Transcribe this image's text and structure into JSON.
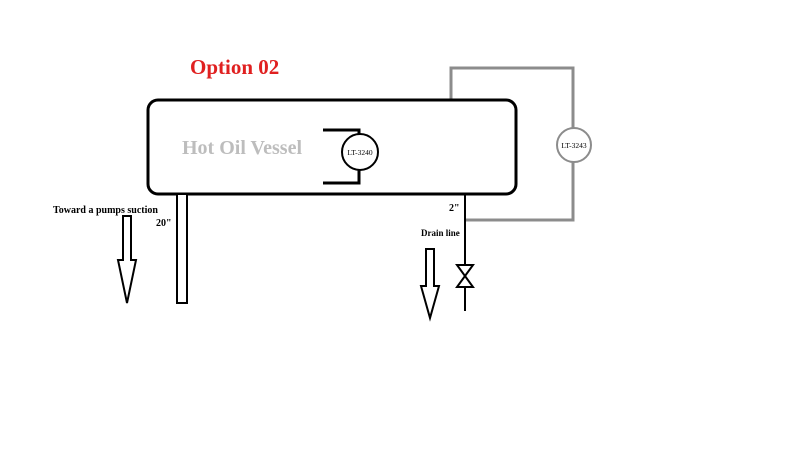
{
  "title": "Option 02",
  "vessel": {
    "label": "Hot Oil Vessel"
  },
  "instruments": {
    "internal": "LT-3240",
    "external": "LT-3243"
  },
  "lines": {
    "suction": {
      "label": "Toward a pumps suction",
      "size": "20\""
    },
    "drain": {
      "label": "Drain line",
      "size": "2\""
    }
  },
  "colors": {
    "title": "#e02020",
    "vessel_label": "#bdbdbd",
    "external_loop": "#8c8c8c",
    "line": "#000000"
  }
}
